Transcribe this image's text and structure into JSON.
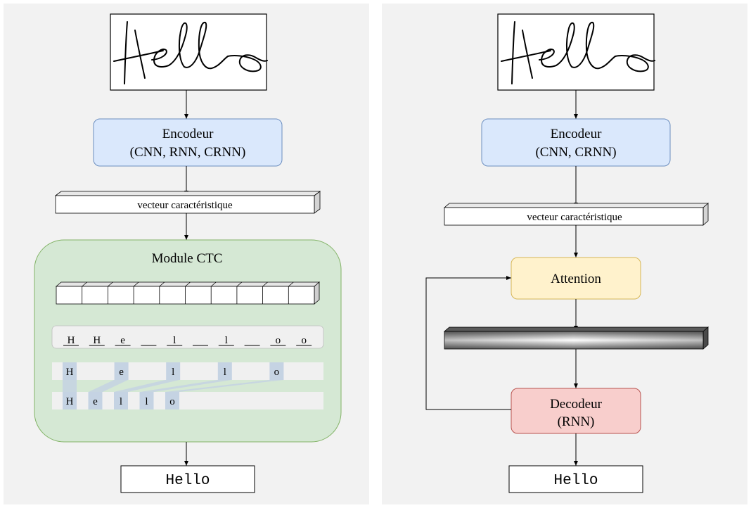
{
  "left": {
    "encoder_line1": "Encodeur",
    "encoder_line2": "(CNN, RNN, CRNN)",
    "feature_vector": "vecteur caractéristique",
    "ctc_title": "Module CTC",
    "ctc_raw": [
      "H",
      "H",
      "e",
      "_",
      "l",
      "_",
      "l",
      "_",
      "o",
      "o"
    ],
    "ctc_merged": [
      "H",
      "e",
      "l",
      "l",
      "o"
    ],
    "ctc_final": [
      "H",
      "e",
      "l",
      "l",
      "o"
    ],
    "output": "Hello"
  },
  "right": {
    "encoder_line1": "Encodeur",
    "encoder_line2": "(CNN, CRNN)",
    "feature_vector": "vecteur caractéristique",
    "attention": "Attention",
    "decoder_line1": "Decodeur",
    "decoder_line2": "(RNN)",
    "output": "Hello"
  },
  "colors": {
    "panel_bg": "#f2f2f2",
    "encoder_fill": "#dae8fc",
    "encoder_stroke": "#6c8ebf",
    "ctc_fill": "#d5e8d4",
    "ctc_stroke": "#82b366",
    "attention_fill": "#fff2cc",
    "attention_stroke": "#d6b656",
    "decoder_fill": "#f8cecc",
    "decoder_stroke": "#b85450",
    "char_highlight": "#c5d3e3"
  }
}
